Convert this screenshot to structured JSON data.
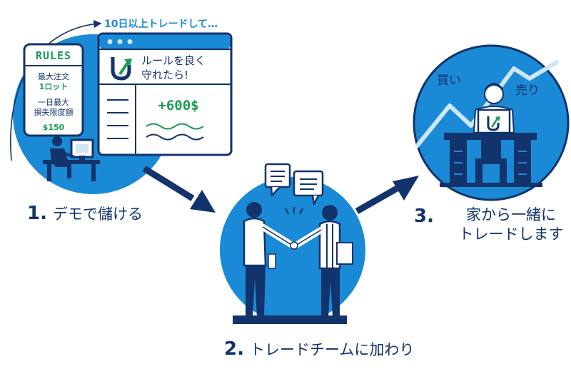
{
  "top_note": "10日以上トレードして…",
  "rules_card": {
    "title": "RULES",
    "line1": "最大注文",
    "line2": "1ロット",
    "line3": "一日最大",
    "line4": "損失限度額",
    "line5": "$150"
  },
  "browser_card": {
    "message_line1": "ルールを良く",
    "message_line2": "守れたら!",
    "profit": "+600$"
  },
  "chart_labels": {
    "buy": "買い",
    "sell": "売り"
  },
  "steps": [
    {
      "number": "1.",
      "text": "デモで儲ける"
    },
    {
      "number": "2.",
      "text": "トレードチームに加わり"
    },
    {
      "number": "3.",
      "line1": "家から一緒に",
      "line2": "トレードします"
    }
  ],
  "colors": {
    "navy": "#12336b",
    "blue": "#1b8ad6",
    "green": "#1c9c55",
    "light": "#cfe6f7"
  }
}
